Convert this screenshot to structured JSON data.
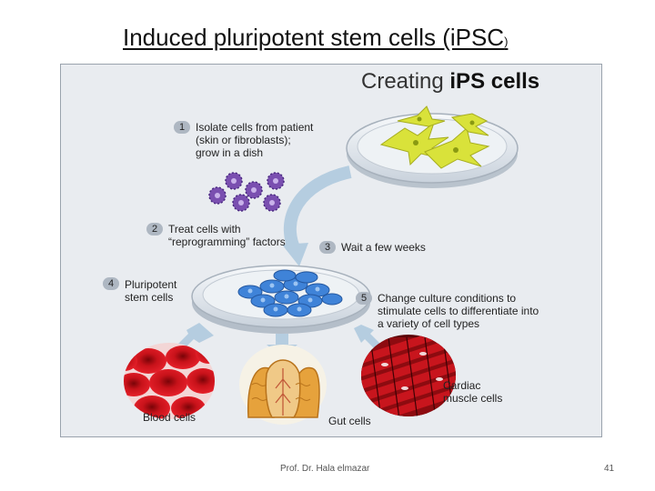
{
  "slide": {
    "title": "Induced pluripotent stem cells  (iPSC",
    "title_close": ")"
  },
  "figure": {
    "heading_light": "Creating",
    "heading_bold": "iPS cells",
    "steps": [
      {
        "num": "1",
        "text": "Isolate cells from patient\n(skin or fibroblasts);\ngrow in a dish"
      },
      {
        "num": "2",
        "text": "Treat cells with\n“reprogramming” factors"
      },
      {
        "num": "3",
        "text": "Wait a few weeks"
      },
      {
        "num": "4",
        "text": "Pluripotent\nstem cells"
      },
      {
        "num": "5",
        "text": "Change culture conditions to\nstimulate cells to differentiate into\na variety of cell types"
      }
    ],
    "outcomes": {
      "blood": "Blood cells",
      "gut": "Gut cells",
      "cardiac": "Cardiac\nmuscle cells"
    },
    "colors": {
      "fibroblast": "#d9e23a",
      "factor": "#7a4fb0",
      "stem": "#3f83d8",
      "blood": "#d0141b",
      "cardiac": "#b01117",
      "gut": "#e6a23c",
      "arrow": "#b5cde0"
    }
  },
  "footer": {
    "author": "Prof. Dr. Hala elmazar",
    "page": "41"
  }
}
